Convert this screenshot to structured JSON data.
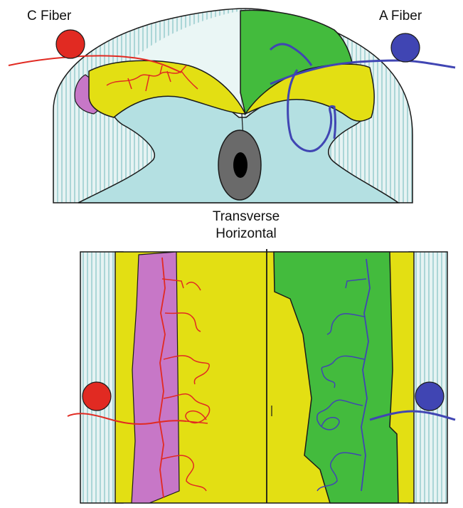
{
  "labels": {
    "c_fiber": "C Fiber",
    "a_fiber": "A Fiber",
    "transverse": "Transverse",
    "horizontal": "Horizontal"
  },
  "colors": {
    "white_matter": "#e6f3f3",
    "white_matter_stripe": "#9ccfd0",
    "gray_matter": "#b4e0e2",
    "substantia_gelatinosa": "#e3df13",
    "lamina_i_violet": "#c777c7",
    "dorsal_horn_green": "#43bb3d",
    "c_fiber_red": "#e12a22",
    "a_fiber_blue": "#4045b3",
    "canal_gray": "#6a6a6a",
    "outline": "#1a1a1a"
  },
  "icons": {
    "c_fiber_soma": "red-circle",
    "a_fiber_soma": "blue-circle",
    "central_canal": "dark-oval"
  }
}
